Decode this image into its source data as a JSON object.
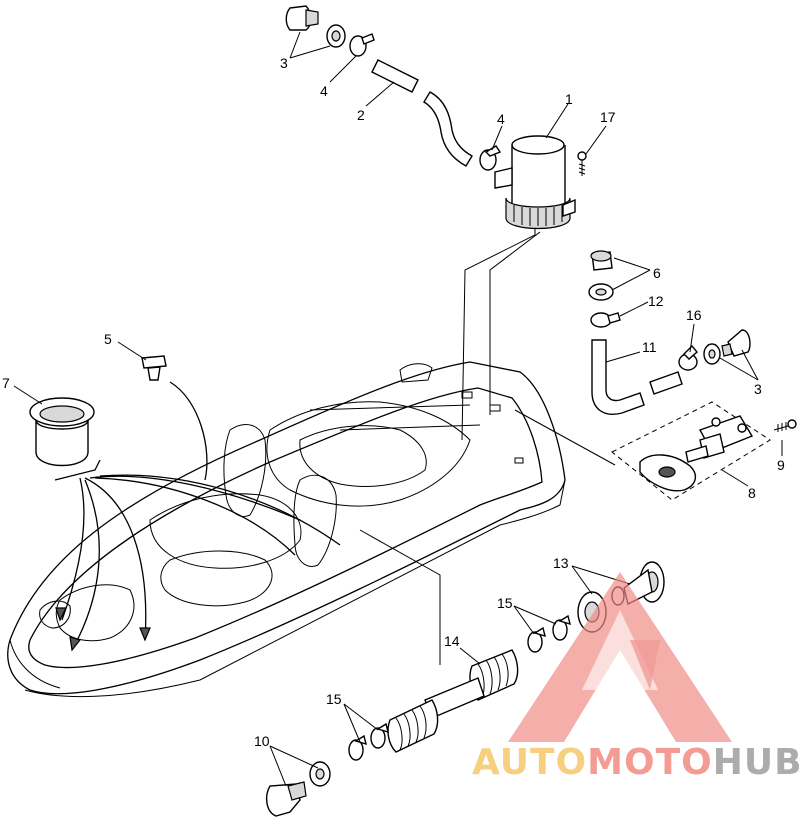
{
  "callouts": [
    {
      "id": "1",
      "label": "1"
    },
    {
      "id": "2",
      "label": "2"
    },
    {
      "id": "3",
      "label": "3"
    },
    {
      "id": "3b",
      "label": "3"
    },
    {
      "id": "4",
      "label": "4"
    },
    {
      "id": "4b",
      "label": "4"
    },
    {
      "id": "5",
      "label": "5"
    },
    {
      "id": "6",
      "label": "6"
    },
    {
      "id": "7",
      "label": "7"
    },
    {
      "id": "8",
      "label": "8"
    },
    {
      "id": "9",
      "label": "9"
    },
    {
      "id": "10",
      "label": "10"
    },
    {
      "id": "11",
      "label": "11"
    },
    {
      "id": "12",
      "label": "12"
    },
    {
      "id": "13",
      "label": "13"
    },
    {
      "id": "14",
      "label": "14"
    },
    {
      "id": "15",
      "label": "15"
    },
    {
      "id": "15b",
      "label": "15"
    },
    {
      "id": "16",
      "label": "16"
    },
    {
      "id": "17",
      "label": "17"
    }
  ],
  "watermark": {
    "part1": "AUTO",
    "part2": "MOTO",
    "part3": "HUB",
    "color1": "#f5c869",
    "color2": "#f28b82",
    "color3": "#9e9e9e",
    "triangle_color": "#ef8a84"
  }
}
